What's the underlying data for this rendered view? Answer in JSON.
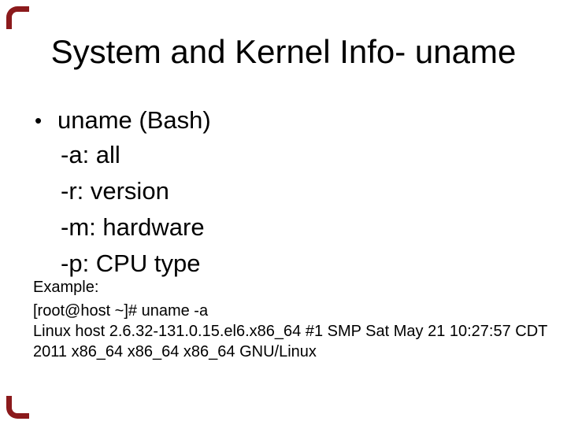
{
  "slide": {
    "title": "System and Kernel Info- uname",
    "bullet": {
      "marker": "•",
      "text": "uname (Bash)",
      "sub_items": [
        "-a: all",
        "-r: version",
        "-m: hardware",
        "-p: CPU type"
      ]
    },
    "example": {
      "label": "Example:",
      "command": "[root@host ~]# uname -a",
      "output_lines": [
        "Linux host 2.6.32-131.0.15.el6.x86_64 #1 SMP Sat May 21 10:27:57 CDT",
        "2011 x86_64 x86_64 x86_64 GNU/Linux"
      ]
    },
    "colors": {
      "background": "#ffffff",
      "text": "#000000",
      "accent_border": "#8b1a1c"
    }
  }
}
